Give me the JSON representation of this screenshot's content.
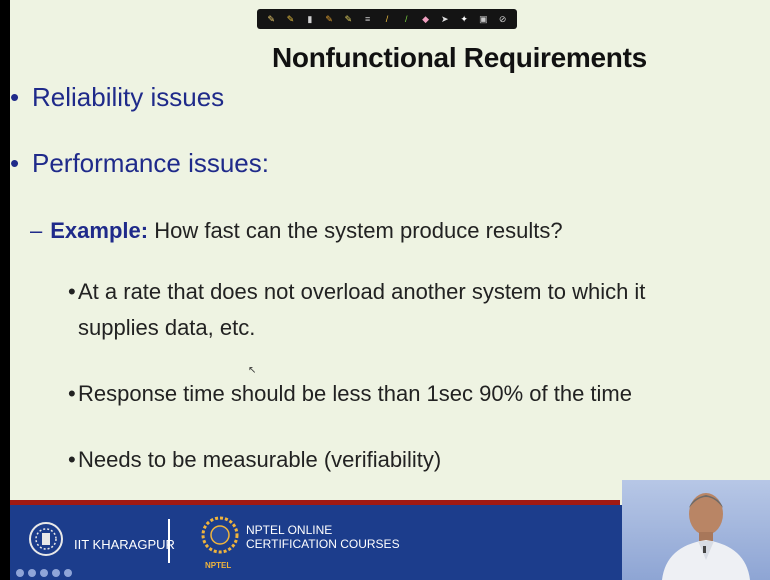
{
  "toolbar": {
    "tools": [
      "pen-icon",
      "pen-icon",
      "highlighter-icon",
      "pen-icon",
      "pen-icon",
      "text-icon",
      "pencil-icon",
      "marker-icon",
      "eraser-icon",
      "arrow-pointer-icon",
      "laser-pointer-icon",
      "screen-icon",
      "clear-icon"
    ]
  },
  "slide": {
    "title": "Nonfunctional Requirements",
    "bullets": [
      "Reliability issues",
      "Performance issues:"
    ],
    "example_label": "Example:",
    "example_text": "How fast can the system produce results?",
    "sub_bullets": [
      "At a rate that does not overload another system to which it",
      "supplies data, etc.",
      "Response time should be less than 1sec  90% of the time",
      "Needs to be measurable  (verifiability)"
    ]
  },
  "footer": {
    "iit_label": "IIT KHARAGPUR",
    "nptel_line1": "NPTEL ONLINE",
    "nptel_line2": "CERTIFICATION COURSES",
    "nptel_small": "NPTEL"
  },
  "colors": {
    "slide_bg": "#eef3e2",
    "bullet_blue": "#1f2a8a",
    "footer_blue": "#1c3d8c",
    "accent_red": "#a01a14"
  }
}
